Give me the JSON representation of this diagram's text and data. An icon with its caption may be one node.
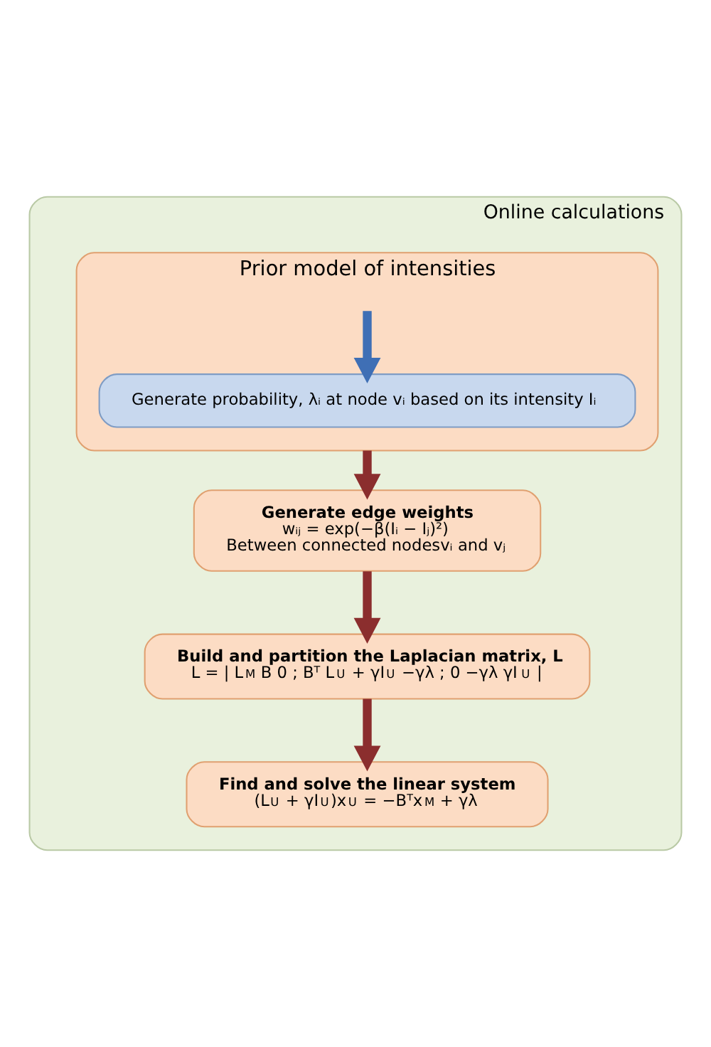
{
  "diagram": {
    "nodes": [
      {
        "text": [
          "Online calculations"
        ]
      },
      {
        "text": [
          "Prior model of intensities"
        ],
        "in": 0
      },
      {
        "text": [
          "Generate probability, λᵢ at node vᵢ based on its intensity Iᵢ"
        ],
        "in": 1
      },
      {
        "text": [
          "Generate edge weights",
          "wᵢⱼ = exp(−β(Iᵢ − Iⱼ)²)",
          "Between connected nodesvᵢ and vⱼ"
        ],
        "in": 0
      },
      {
        "text": [
          "Build and partition the Laplacian matrix, L",
          "L = | L$_{M}$ B 0 ; Bᵀ L$_{U}$ + γI$_{U}$ −γλ ; 0 −γλ γI$_{U}$ |"
        ],
        "in": 0
      },
      {
        "text": [
          "Find and solve the linear system",
          "(L$_{U}$ + γI$_{U}$)x$_{U}$ = −Bᵀx$_{M}$ + γλ"
        ],
        "in": 0
      }
    ],
    "edges": [
      {
        "from": 1,
        "to": 2,
        "arrow": "to",
        "color": "#3f6fb5"
      },
      {
        "from": 1,
        "to": 3,
        "arrow": "to"
      },
      {
        "from": 3,
        "to": 4,
        "arrow": "to"
      },
      {
        "from": 4,
        "to": 5,
        "arrow": "to"
      }
    ]
  }
}
